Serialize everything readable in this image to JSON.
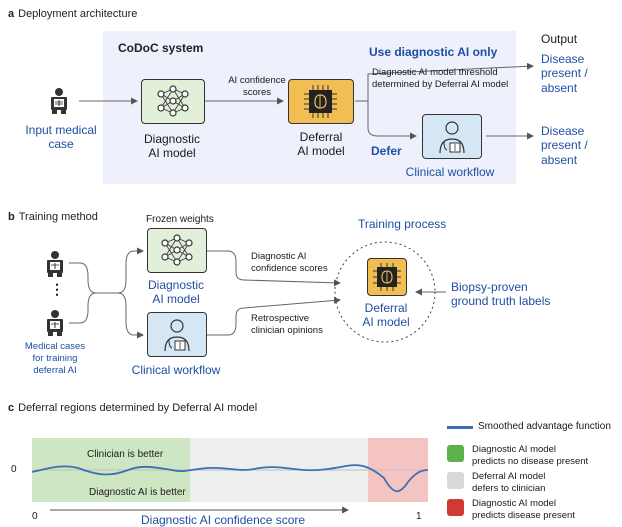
{
  "panel_a": {
    "letter": "a",
    "title": "Deployment architecture",
    "system_label": "CoDoC system",
    "input_label_line1": "Input medical",
    "input_label_line2": "case",
    "diag_label_line1": "Diagnostic",
    "diag_label_line2": "AI model",
    "conf_label_line1": "AI confidence",
    "conf_label_line2": "scores",
    "deferral_label_line1": "Deferral",
    "deferral_label_line2": "AI model",
    "use_ai_label": "Use diagnostic AI only",
    "threshold_line1": "Diagnostic AI model threshold",
    "threshold_line2": "determined by Deferral AI model",
    "defer_label": "Defer",
    "clinical_label": "Clinical workflow",
    "output_header": "Output",
    "output1_line1": "Disease",
    "output1_line2": "present / absent",
    "output2_line1": "Disease",
    "output2_line2": "present / absent"
  },
  "panel_b": {
    "letter": "b",
    "title": "Training method",
    "frozen_label": "Frozen weights",
    "training_process_label": "Training process",
    "diag_label_line1": "Diagnostic",
    "diag_label_line2": "AI model",
    "clinical_label": "Clinical workflow",
    "conf_label_line1": "Diagnostic AI",
    "conf_label_line2": "confidence scores",
    "retro_label_line1": "Retrospective",
    "retro_label_line2": "clinician opinions",
    "deferral_label_line1": "Deferral",
    "deferral_label_line2": "AI model",
    "biopsy_line1": "Biopsy-proven",
    "biopsy_line2": "ground truth labels",
    "cases_line1": "Medical cases",
    "cases_line2": "for training",
    "cases_line3": "deferral AI",
    "dots": "⋮"
  },
  "panel_c": {
    "letter": "c",
    "title": "Deferral regions determined by Deferral AI model",
    "clinician_better": "Clinician is better",
    "ai_better": "Diagnostic AI is better",
    "zero_tick": "0",
    "x_tick_0": "0",
    "x_tick_1": "1",
    "x_axis_label": "Diagnostic AI confidence score",
    "legend": {
      "line_label": "Smoothed advantage function",
      "green_line1": "Diagnostic AI model",
      "green_line2": "predicts no disease present",
      "gray_line1": "Deferral AI model",
      "gray_line2": "defers to clinician",
      "red_line1": "Diagnostic AI model",
      "red_line2": "predicts disease present"
    },
    "colors": {
      "green": "#cfe6c3",
      "gray": "#eeeeee",
      "red": "#f3c4c2",
      "curve": "#3d6fb6"
    }
  }
}
